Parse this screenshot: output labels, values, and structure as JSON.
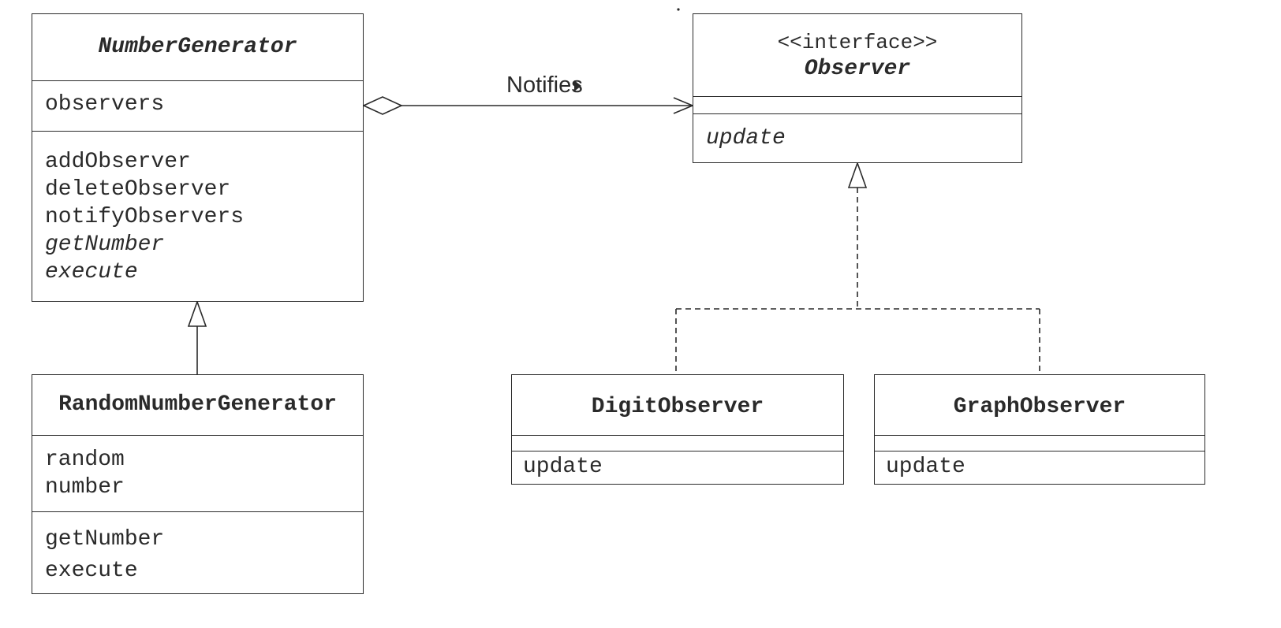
{
  "diagram": {
    "type": "uml-class-diagram",
    "classes": {
      "number_generator": {
        "name": "NumberGenerator",
        "attributes": [
          "observers"
        ],
        "operations": [
          "addObserver",
          "deleteObserver",
          "notifyObservers",
          "getNumber",
          "execute"
        ],
        "abstract_operations": [
          "getNumber",
          "execute"
        ]
      },
      "random_number_generator": {
        "name": "RandomNumberGenerator",
        "attributes": [
          "random",
          "number"
        ],
        "operations": [
          "getNumber",
          "execute"
        ]
      },
      "observer": {
        "stereotype": "<<interface>>",
        "name": "Observer",
        "attributes": [],
        "operations": [
          "update"
        ]
      },
      "digit_observer": {
        "name": "DigitObserver",
        "attributes": [],
        "operations": [
          "update"
        ]
      },
      "graph_observer": {
        "name": "GraphObserver",
        "attributes": [],
        "operations": [
          "update"
        ]
      }
    },
    "relationships": [
      {
        "kind": "aggregation",
        "from": "NumberGenerator",
        "to": "Observer",
        "label": "Notifies"
      },
      {
        "kind": "generalization",
        "from": "RandomNumberGenerator",
        "to": "NumberGenerator"
      },
      {
        "kind": "realization",
        "from": "DigitObserver",
        "to": "Observer"
      },
      {
        "kind": "realization",
        "from": "GraphObserver",
        "to": "Observer"
      }
    ]
  }
}
